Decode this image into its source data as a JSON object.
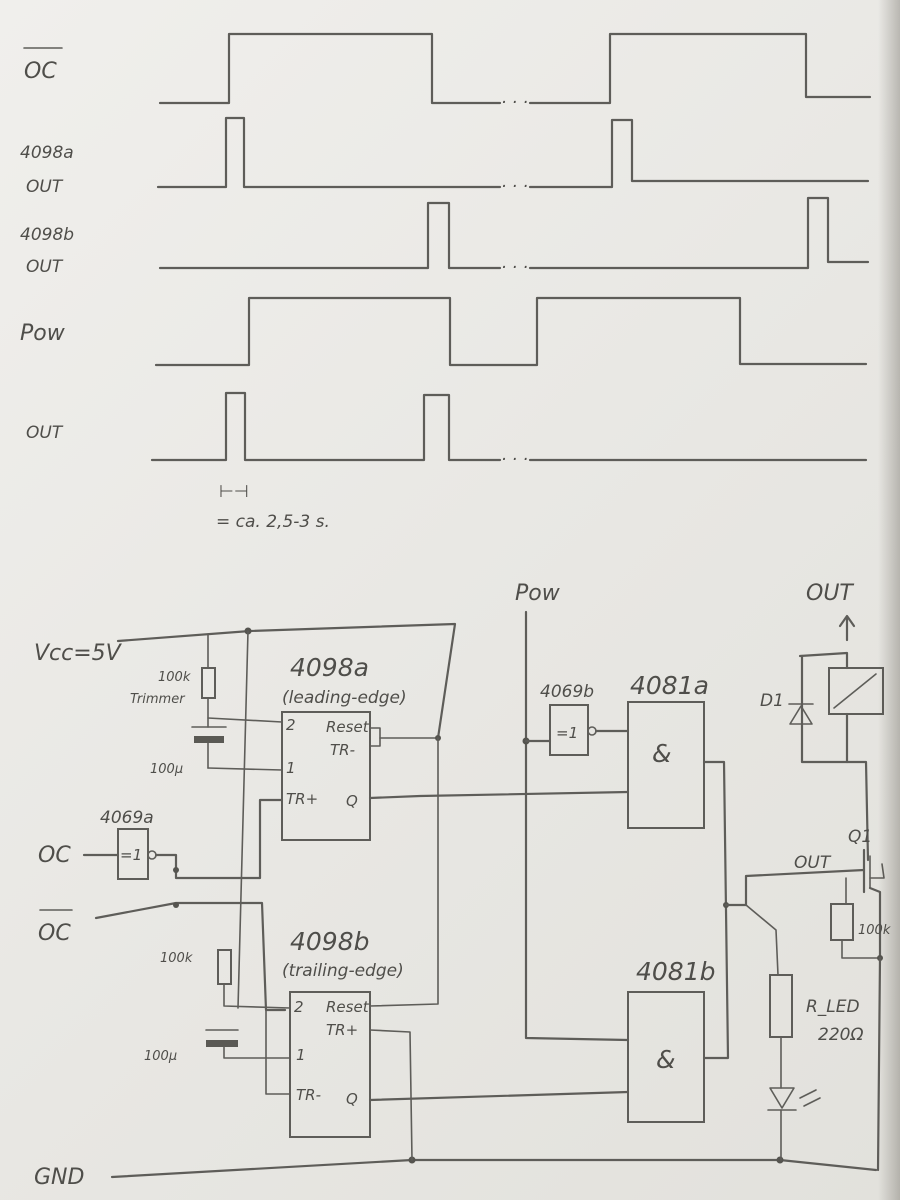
{
  "timing": {
    "signals": [
      {
        "key": "oc_bar",
        "label": "OC",
        "sub": ""
      },
      {
        "key": "a_out",
        "label": "4098a",
        "sub": "OUT"
      },
      {
        "key": "b_out",
        "label": "4098b",
        "sub": "OUT"
      },
      {
        "key": "pow",
        "label": "Pow",
        "sub": ""
      },
      {
        "key": "out",
        "label": "OUT",
        "sub": ""
      }
    ],
    "ellipsis": "· · ·",
    "pulse_mark": "⊢⊣",
    "note": "= ca. 2,5-3 s."
  },
  "schematic": {
    "vcc": "Vcc=5V",
    "gnd": "GND",
    "pow": "Pow",
    "out": "OUT",
    "oc": "OC",
    "oc_bar": "OC",
    "inverter_a": "4069a",
    "inverter_b": "4069b",
    "inverter_symbol": "=1",
    "monoflop_a": {
      "name": "4098a",
      "desc": "(leading-edge)",
      "pins": [
        "2",
        "Reset",
        "TR-",
        "1",
        "TR+",
        "Q"
      ]
    },
    "monoflop_b": {
      "name": "4098b",
      "desc": "(trailing-edge)",
      "pins": [
        "2",
        "Reset",
        "TR+",
        "1",
        "TR-",
        "Q"
      ]
    },
    "and_a": "4081a",
    "and_b": "4081b",
    "and_symbol": "&",
    "trimmer_value": "100k",
    "trimmer_label": "Trimmer",
    "cap_a": "100µ",
    "res_b": "100k",
    "cap_b": "100µ",
    "diode": "D1",
    "transistor": "Q1",
    "transistor_gate": "OUT",
    "gate_res": "100k",
    "led_res": "R_LED",
    "led_res_value": "220Ω"
  }
}
